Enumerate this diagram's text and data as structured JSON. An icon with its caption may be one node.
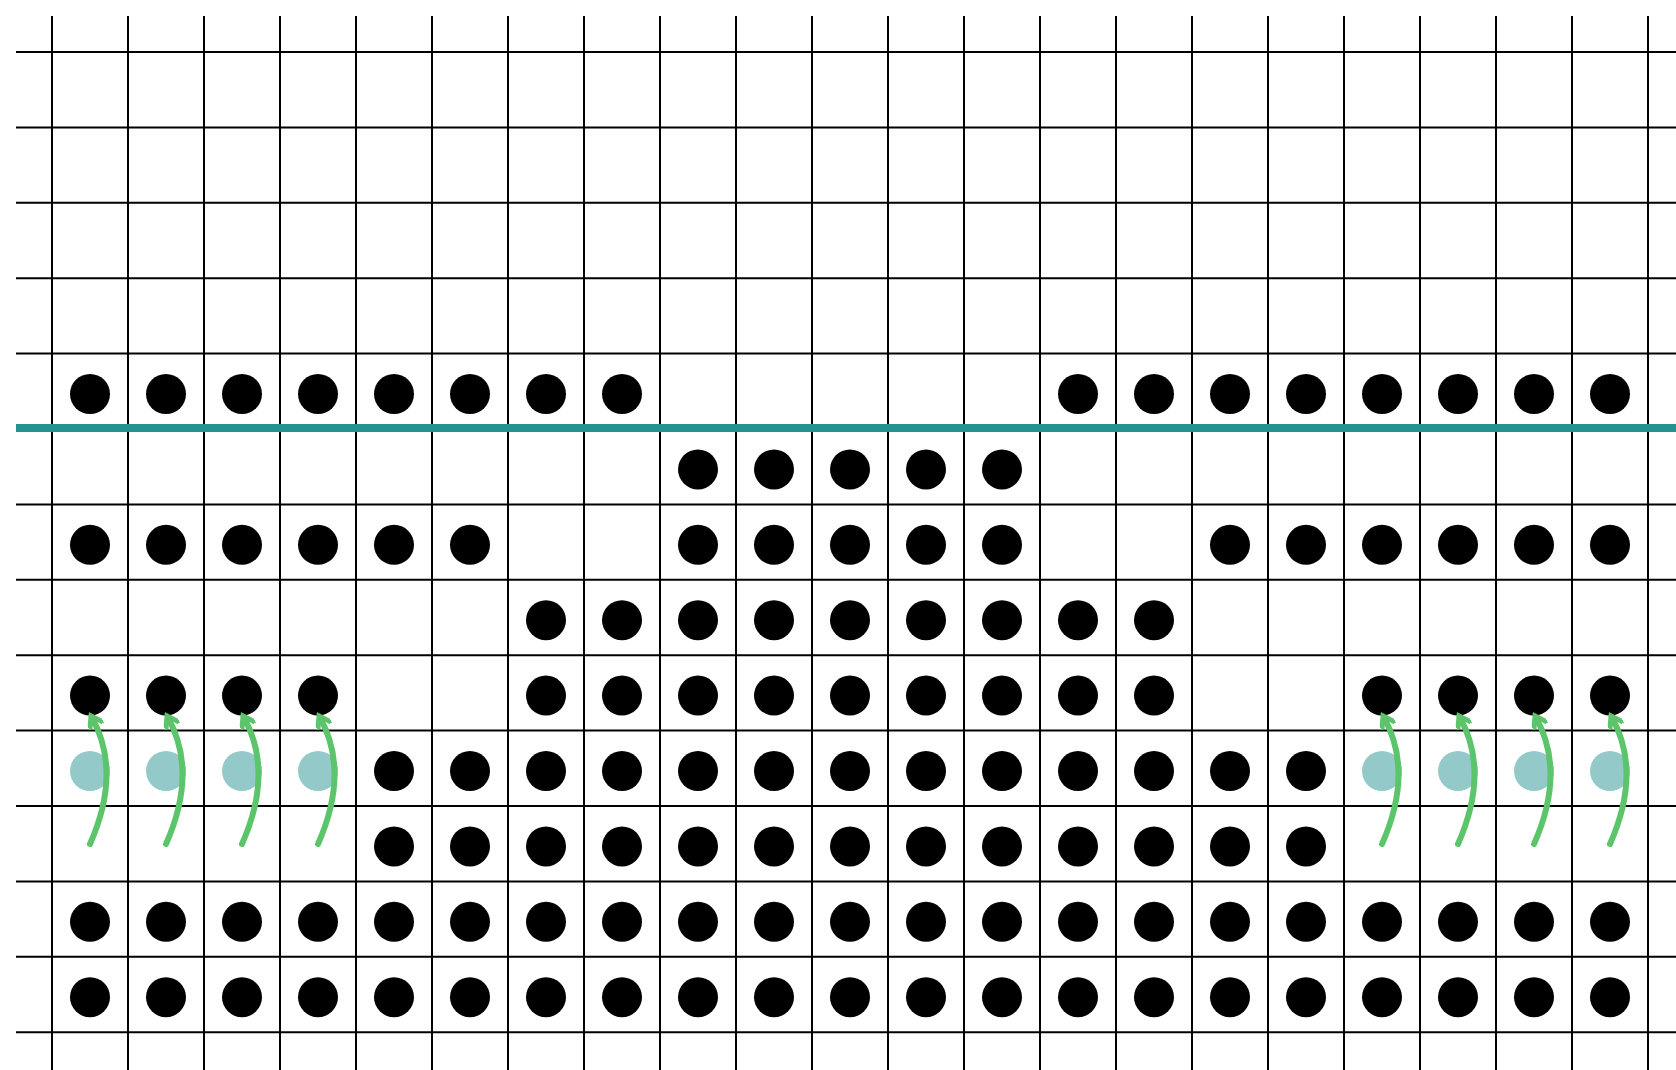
{
  "diagram": {
    "nodes": [
      {
        "text": [],
        "shape": "circle"
      },
      {
        "text": [],
        "shape": "circle"
      },
      {
        "text": [],
        "shape": "circle"
      },
      {
        "text": [],
        "shape": "circle"
      },
      {
        "text": [],
        "shape": "circle"
      },
      {
        "text": [],
        "shape": "circle"
      },
      {
        "text": [],
        "shape": "circle"
      },
      {
        "text": [],
        "shape": "circle"
      },
      {
        "text": [],
        "shape": "circle"
      },
      {
        "text": [],
        "shape": "circle"
      },
      {
        "text": [],
        "shape": "circle"
      },
      {
        "text": [],
        "shape": "circle"
      },
      {
        "text": [],
        "shape": "circle"
      },
      {
        "text": [],
        "shape": "circle"
      },
      {
        "text": [],
        "shape": "circle"
      },
      {
        "text": [],
        "shape": "circle"
      },
      {
        "text": [],
        "shape": "circle"
      },
      {
        "text": [],
        "shape": "circle"
      },
      {
        "text": [],
        "shape": "circle"
      },
      {
        "text": [],
        "shape": "circle"
      },
      {
        "text": [],
        "shape": "circle"
      },
      {
        "text": [],
        "shape": "circle"
      },
      {
        "text": [],
        "shape": "circle"
      },
      {
        "text": [],
        "shape": "circle"
      },
      {
        "text": [],
        "shape": "circle"
      },
      {
        "text": [],
        "shape": "circle"
      },
      {
        "text": [],
        "shape": "circle"
      },
      {
        "text": [],
        "shape": "circle"
      },
      {
        "text": [],
        "shape": "circle"
      },
      {
        "text": [],
        "shape": "circle"
      },
      {
        "text": [],
        "shape": "circle"
      },
      {
        "text": [],
        "shape": "circle"
      },
      {
        "text": [],
        "shape": "circle"
      },
      {
        "text": [],
        "shape": "circle"
      },
      {
        "text": [],
        "shape": "circle"
      },
      {
        "text": [],
        "shape": "circle"
      },
      {
        "text": [],
        "shape": "circle"
      },
      {
        "text": [],
        "shape": "circle"
      },
      {
        "text": [],
        "shape": "circle"
      },
      {
        "text": [],
        "shape": "circle"
      },
      {
        "text": [],
        "shape": "circle"
      },
      {
        "text": [],
        "shape": "circle"
      },
      {
        "text": [],
        "shape": "circle"
      },
      {
        "text": [],
        "shape": "circle"
      },
      {
        "text": [],
        "shape": "circle"
      },
      {
        "text": [],
        "shape": "circle"
      },
      {
        "text": [],
        "shape": "circle"
      },
      {
        "text": [],
        "shape": "circle"
      },
      {
        "text": [],
        "shape": "circle"
      },
      {
        "text": [],
        "shape": "circle"
      },
      {
        "text": [],
        "shape": "circle"
      },
      {
        "text": [],
        "shape": "circle"
      },
      {
        "text": [],
        "shape": "circle"
      },
      {
        "text": [],
        "shape": "circle"
      },
      {
        "text": [],
        "shape": "circle"
      },
      {
        "text": [],
        "shape": "circle"
      },
      {
        "text": [],
        "shape": "circle"
      },
      {
        "text": [],
        "shape": "circle"
      },
      {
        "text": [],
        "shape": "circle"
      },
      {
        "text": [],
        "shape": "circle"
      },
      {
        "text": [],
        "shape": "circle"
      },
      {
        "text": [],
        "shape": "circle"
      },
      {
        "text": [],
        "shape": "circle"
      },
      {
        "text": [],
        "shape": "circle"
      },
      {
        "text": [],
        "shape": "circle"
      },
      {
        "text": [],
        "shape": "circle"
      },
      {
        "text": [],
        "shape": "circle"
      },
      {
        "text": [],
        "shape": "circle"
      },
      {
        "text": [],
        "shape": "circle"
      },
      {
        "text": [],
        "shape": "circle"
      },
      {
        "text": [],
        "shape": "circle"
      },
      {
        "text": [],
        "shape": "circle"
      },
      {
        "text": [],
        "shape": "circle"
      },
      {
        "text": [],
        "shape": "circle"
      },
      {
        "text": [],
        "shape": "circle"
      },
      {
        "text": [],
        "shape": "circle"
      },
      {
        "text": [],
        "shape": "circle"
      },
      {
        "text": [],
        "shape": "circle"
      },
      {
        "text": [],
        "shape": "circle"
      },
      {
        "text": [],
        "shape": "circle"
      },
      {
        "text": [],
        "shape": "circle"
      },
      {
        "text": [],
        "shape": "circle"
      },
      {
        "text": [],
        "shape": "circle"
      },
      {
        "text": [],
        "shape": "circle"
      },
      {
        "text": [],
        "shape": "circle"
      },
      {
        "text": [],
        "shape": "circle"
      },
      {
        "text": [],
        "shape": "circle"
      },
      {
        "text": [],
        "shape": "circle"
      },
      {
        "text": [],
        "shape": "circle"
      },
      {
        "text": [],
        "shape": "circle"
      },
      {
        "text": [],
        "shape": "circle"
      },
      {
        "text": [],
        "shape": "circle"
      },
      {
        "text": [],
        "shape": "circle"
      },
      {
        "text": [],
        "shape": "circle"
      },
      {
        "text": [],
        "shape": "circle"
      },
      {
        "text": [],
        "shape": "circle"
      },
      {
        "text": [],
        "shape": "circle"
      },
      {
        "text": [],
        "shape": "circle"
      },
      {
        "text": [],
        "shape": "circle"
      },
      {
        "text": [],
        "shape": "circle"
      },
      {
        "text": [],
        "shape": "circle"
      },
      {
        "text": [],
        "shape": "circle"
      },
      {
        "text": [],
        "shape": "circle"
      },
      {
        "text": [],
        "shape": "circle"
      },
      {
        "text": [],
        "shape": "circle"
      },
      {
        "text": [],
        "shape": "circle"
      },
      {
        "text": [],
        "shape": "circle"
      },
      {
        "text": [],
        "shape": "circle"
      },
      {
        "text": [],
        "shape": "circle"
      },
      {
        "text": [],
        "shape": "circle"
      },
      {
        "text": [],
        "shape": "circle"
      },
      {
        "text": [],
        "shape": "circle"
      },
      {
        "text": [],
        "shape": "circle"
      },
      {
        "text": [],
        "shape": "circle"
      },
      {
        "text": [],
        "shape": "circle"
      },
      {
        "text": [],
        "shape": "circle"
      },
      {
        "text": [],
        "shape": "circle"
      },
      {
        "text": [],
        "shape": "circle"
      },
      {
        "text": [],
        "shape": "circle"
      },
      {
        "text": [],
        "shape": "circle"
      },
      {
        "text": [],
        "shape": "circle"
      },
      {
        "text": [],
        "shape": "circle"
      },
      {
        "text": [],
        "shape": "circle"
      },
      {
        "text": [],
        "shape": "circle"
      },
      {
        "text": [],
        "shape": "circle"
      },
      {
        "text": [],
        "shape": "circle"
      },
      {
        "text": [],
        "shape": "circle"
      },
      {
        "text": [],
        "shape": "circle"
      },
      {
        "text": [],
        "shape": "circle"
      },
      {
        "text": [],
        "shape": "circle"
      },
      {
        "text": [],
        "shape": "circle"
      },
      {
        "text": [],
        "shape": "circle"
      },
      {
        "text": [],
        "shape": "circle"
      },
      {
        "text": [],
        "shape": "circle"
      },
      {
        "text": [],
        "shape": "circle"
      },
      {
        "text": [],
        "shape": "circle"
      },
      {
        "text": [],
        "shape": "circle"
      },
      {
        "text": [],
        "shape": "circle"
      },
      {
        "text": [],
        "shape": "circle"
      },
      {
        "text": [],
        "shape": "circle"
      }
    ],
    "edges": [
      {
        "from": null,
        "to": 47,
        "arrow": "to"
      },
      {
        "from": null,
        "to": 48,
        "arrow": "to"
      },
      {
        "from": null,
        "to": 49,
        "arrow": "to"
      },
      {
        "from": null,
        "to": 50,
        "arrow": "to"
      },
      {
        "from": null,
        "to": 60,
        "arrow": "to"
      },
      {
        "from": null,
        "to": 61,
        "arrow": "to"
      },
      {
        "from": null,
        "to": 62,
        "arrow": "to"
      },
      {
        "from": null,
        "to": 63,
        "arrow": "to"
      }
    ]
  }
}
